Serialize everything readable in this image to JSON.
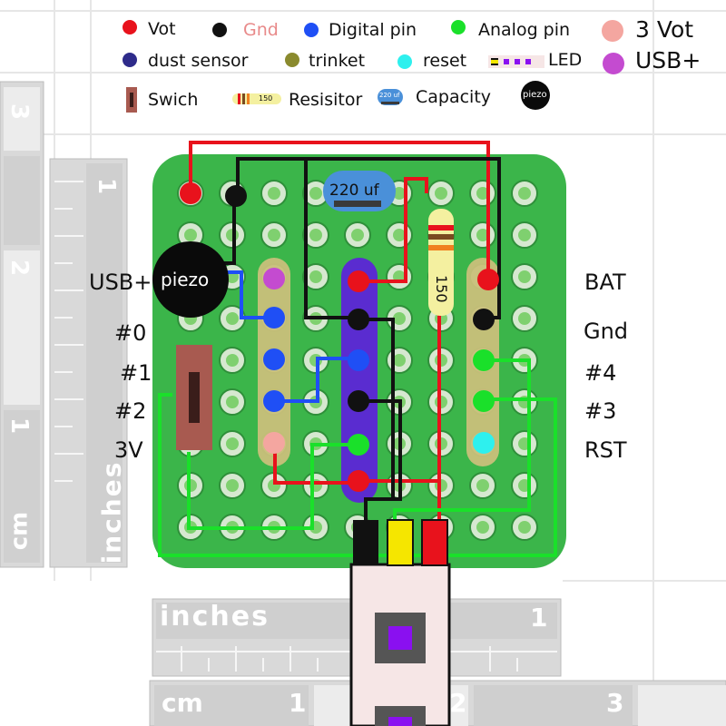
{
  "legend": {
    "vot": {
      "label": "Vot",
      "color": "#e8121c"
    },
    "gnd": {
      "label": "Gnd",
      "color": "#111111",
      "text_color": "#e88a8a"
    },
    "digital": {
      "label": "Digital pin",
      "color": "#1f4ff5"
    },
    "analog": {
      "label": "Analog pin",
      "color": "#1ae02a"
    },
    "vot3": {
      "label": "3 Vot",
      "color": "#f4a6a0"
    },
    "dust": {
      "label": "dust sensor",
      "color": "#2e2b8a"
    },
    "trinket": {
      "label": "trinket",
      "color": "#8a8a2e"
    },
    "reset": {
      "label": "reset",
      "color": "#2ef0ee"
    },
    "led": {
      "label": "LED"
    },
    "usb": {
      "label": "USB+",
      "color": "#c44bd0"
    },
    "switch": {
      "label": "Swich"
    },
    "resistor": {
      "label": "Resisitor",
      "value": "150"
    },
    "capacity": {
      "label": "Capacity",
      "value": "220 uf"
    },
    "piezo": {
      "label": "piezo"
    }
  },
  "board": {
    "capacitor_label": "220 uf",
    "resistor_label": "150",
    "piezo_label": "piezo"
  },
  "pins_left": [
    "USB+",
    "#0",
    "#1",
    "#2",
    "3V"
  ],
  "pins_right": [
    "BAT",
    "Gnd",
    "#4",
    "#3",
    "RST"
  ],
  "rulers": {
    "inches": "inches",
    "cm": "cm",
    "n1": "1",
    "n2": "2",
    "n3": "3"
  },
  "colors": {
    "board_green": "#3bb54a",
    "wire_red": "#e8121c",
    "wire_black": "#111111",
    "wire_blue": "#1f4ff5",
    "wire_green": "#1ae02a",
    "wire_yellow": "#f5e600",
    "trinket_strip": "#c9c07a",
    "dust_strip": "#5a2cd0"
  }
}
